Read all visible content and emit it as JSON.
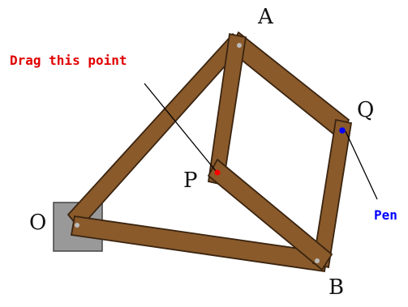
{
  "labels": {
    "A": "A",
    "B": "B",
    "O": "O",
    "P": "P",
    "Q": "Q"
  },
  "callouts": {
    "drag": "Drag this point",
    "pen": "Pen"
  },
  "colors": {
    "bar": "#8a5a2b",
    "bar_edge": "#3a2410",
    "anchor": "#999999",
    "drag_point": "#ff0000",
    "pen_point": "#0000ff",
    "drag_text": "#e00000",
    "pen_text": "#0000ff",
    "pin": "#bbbbbb"
  }
}
